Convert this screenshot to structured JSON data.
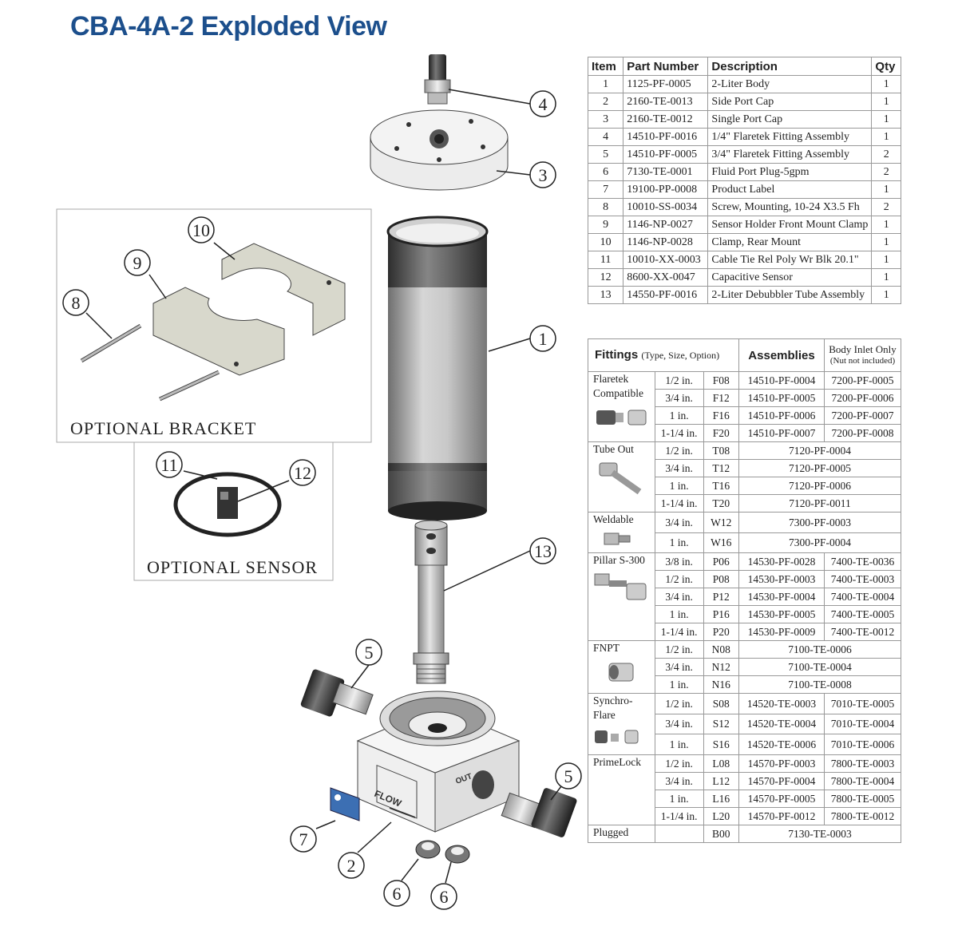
{
  "title": "CBA-4A-2 Exploded View",
  "labels": {
    "optional_bracket": "OPTIONAL BRACKET",
    "optional_sensor": "OPTIONAL SENSOR",
    "flow": "FLOW",
    "out": "OUT"
  },
  "callouts": [
    "4",
    "3",
    "10",
    "9",
    "8",
    "1",
    "11",
    "12",
    "13",
    "5",
    "5",
    "7",
    "2",
    "6",
    "6"
  ],
  "parts_table": {
    "headers": [
      "Item",
      "Part Number",
      "Description",
      "Qty"
    ],
    "rows": [
      [
        "1",
        "1125-PF-0005",
        "2-Liter Body",
        "1"
      ],
      [
        "2",
        "2160-TE-0013",
        "Side Port Cap",
        "1"
      ],
      [
        "3",
        "2160-TE-0012",
        "Single Port Cap",
        "1"
      ],
      [
        "4",
        "14510-PF-0016",
        "1/4\" Flaretek Fitting Assembly",
        "1"
      ],
      [
        "5",
        "14510-PF-0005",
        "3/4\" Flaretek Fitting Assembly",
        "2"
      ],
      [
        "6",
        "7130-TE-0001",
        "Fluid Port Plug-5gpm",
        "2"
      ],
      [
        "7",
        "19100-PP-0008",
        "Product Label",
        "1"
      ],
      [
        "8",
        "10010-SS-0034",
        "Screw, Mounting, 10-24 X3.5 Fh",
        "2"
      ],
      [
        "9",
        "1146-NP-0027",
        "Sensor Holder Front Mount Clamp",
        "1"
      ],
      [
        "10",
        "1146-NP-0028",
        "Clamp, Rear Mount",
        "1"
      ],
      [
        "11",
        "10010-XX-0003",
        "Cable Tie Rel Poly Wr Blk 20.1\"",
        "1"
      ],
      [
        "12",
        "8600-XX-0047",
        "Capacitive Sensor",
        "1"
      ],
      [
        "13",
        "14550-PF-0016",
        "2-Liter Debubbler Tube Assembly",
        "1"
      ]
    ]
  },
  "fittings_table": {
    "header_fittings": "Fittings",
    "header_fittings_sub": "(Type, Size, Option)",
    "header_assemblies": "Assemblies",
    "header_body_inlet": "Body Inlet Only",
    "header_body_inlet_sub": "(Nut not included)",
    "groups": [
      {
        "name": "Flaretek Compatible",
        "icon": "flaretek-fitting-icon",
        "rows": [
          [
            "1/2 in.",
            "F08",
            "14510-PF-0004",
            "7200-PF-0005"
          ],
          [
            "3/4 in.",
            "F12",
            "14510-PF-0005",
            "7200-PF-0006"
          ],
          [
            "1 in.",
            "F16",
            "14510-PF-0006",
            "7200-PF-0007"
          ],
          [
            "1-1/4 in.",
            "F20",
            "14510-PF-0007",
            "7200-PF-0008"
          ]
        ]
      },
      {
        "name": "Tube Out",
        "icon": "tube-out-fitting-icon",
        "rows": [
          [
            "1/2 in.",
            "T08",
            "7120-PF-0004"
          ],
          [
            "3/4 in.",
            "T12",
            "7120-PF-0005"
          ],
          [
            "1 in.",
            "T16",
            "7120-PF-0006"
          ],
          [
            "1-1/4 in.",
            "T20",
            "7120-PF-0011"
          ]
        ]
      },
      {
        "name": "Weldable",
        "icon": "weldable-fitting-icon",
        "rows": [
          [
            "3/4 in.",
            "W12",
            "7300-PF-0003"
          ],
          [
            "1 in.",
            "W16",
            "7300-PF-0004"
          ]
        ]
      },
      {
        "name": "Pillar S-300",
        "icon": "pillar-fitting-icon",
        "rows": [
          [
            "3/8 in.",
            "P06",
            "14530-PF-0028",
            "7400-TE-0036"
          ],
          [
            "1/2 in.",
            "P08",
            "14530-PF-0003",
            "7400-TE-0003"
          ],
          [
            "3/4 in.",
            "P12",
            "14530-PF-0004",
            "7400-TE-0004"
          ],
          [
            "1 in.",
            "P16",
            "14530-PF-0005",
            "7400-TE-0005"
          ],
          [
            "1-1/4 in.",
            "P20",
            "14530-PF-0009",
            "7400-TE-0012"
          ]
        ]
      },
      {
        "name": "FNPT",
        "icon": "fnpt-fitting-icon",
        "rows": [
          [
            "1/2 in.",
            "N08",
            "7100-TE-0006"
          ],
          [
            "3/4 in.",
            "N12",
            "7100-TE-0004"
          ],
          [
            "1 in.",
            "N16",
            "7100-TE-0008"
          ]
        ]
      },
      {
        "name": "Synchro-Flare",
        "icon": "synchro-flare-fitting-icon",
        "rows": [
          [
            "1/2 in.",
            "S08",
            "14520-TE-0003",
            "7010-TE-0005"
          ],
          [
            "3/4 in.",
            "S12",
            "14520-TE-0004",
            "7010-TE-0004"
          ],
          [
            "1 in.",
            "S16",
            "14520-TE-0006",
            "7010-TE-0006"
          ]
        ]
      },
      {
        "name": "PrimeLock",
        "icon": "",
        "rows": [
          [
            "1/2 in.",
            "L08",
            "14570-PF-0003",
            "7800-TE-0003"
          ],
          [
            "3/4 in.",
            "L12",
            "14570-PF-0004",
            "7800-TE-0004"
          ],
          [
            "1 in.",
            "L16",
            "14570-PF-0005",
            "7800-TE-0005"
          ],
          [
            "1-1/4 in.",
            "L20",
            "14570-PF-0012",
            "7800-TE-0012"
          ]
        ]
      },
      {
        "name": "Plugged",
        "icon": "",
        "rows": [
          [
            "",
            "B00",
            "7130-TE-0003"
          ]
        ]
      }
    ]
  }
}
